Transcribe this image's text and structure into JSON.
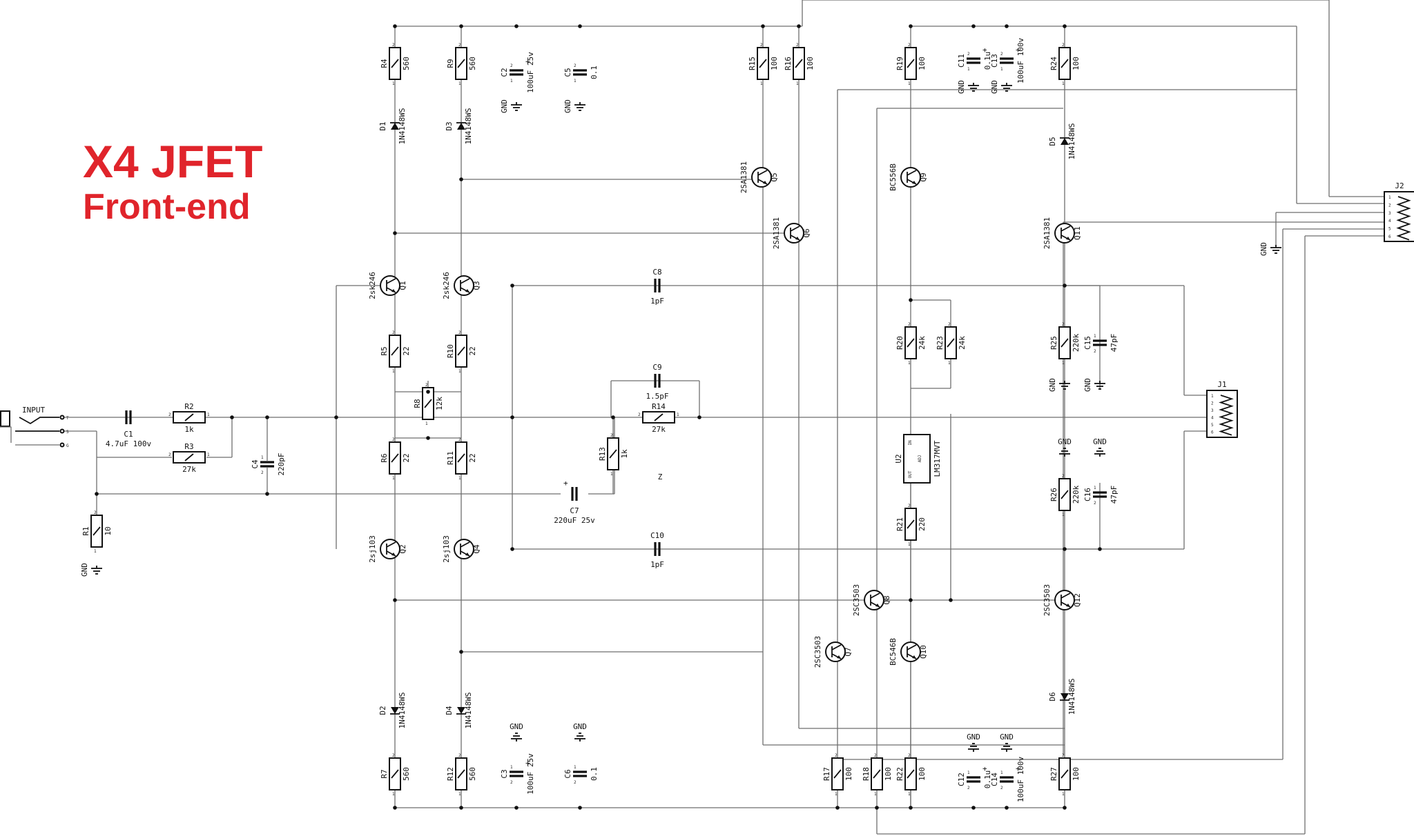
{
  "title": {
    "line1": "X4 JFET",
    "line2": "Front-end"
  },
  "colors": {
    "title": "#e0242b",
    "wire": "#6e6e6e",
    "symbol": "#111111"
  },
  "input": {
    "label": "INPUT",
    "pins": [
      "T",
      "S",
      "G"
    ]
  },
  "resistors": [
    {
      "ref": "R1",
      "value": "10"
    },
    {
      "ref": "R2",
      "value": "1k"
    },
    {
      "ref": "R3",
      "value": "27k"
    },
    {
      "ref": "R4",
      "value": "560"
    },
    {
      "ref": "R5",
      "value": "22"
    },
    {
      "ref": "R6",
      "value": "22"
    },
    {
      "ref": "R7",
      "value": "560"
    },
    {
      "ref": "R8",
      "value": "12k"
    },
    {
      "ref": "R9",
      "value": "560"
    },
    {
      "ref": "R10",
      "value": "22"
    },
    {
      "ref": "R11",
      "value": "22"
    },
    {
      "ref": "R12",
      "value": "560"
    },
    {
      "ref": "R13",
      "value": "1k"
    },
    {
      "ref": "R14",
      "value": "27k"
    },
    {
      "ref": "R15",
      "value": "100"
    },
    {
      "ref": "R16",
      "value": "100"
    },
    {
      "ref": "R17",
      "value": "100"
    },
    {
      "ref": "R18",
      "value": "100"
    },
    {
      "ref": "R19",
      "value": "100"
    },
    {
      "ref": "R20",
      "value": "24k"
    },
    {
      "ref": "R21",
      "value": "220"
    },
    {
      "ref": "R22",
      "value": "100"
    },
    {
      "ref": "R23",
      "value": "24k"
    },
    {
      "ref": "R24",
      "value": "100"
    },
    {
      "ref": "R25",
      "value": "220k"
    },
    {
      "ref": "R26",
      "value": "220k"
    },
    {
      "ref": "R27",
      "value": "100"
    }
  ],
  "capacitors": [
    {
      "ref": "C1",
      "value": "4.7uF 100v"
    },
    {
      "ref": "C2",
      "value": "100uF 25v"
    },
    {
      "ref": "C3",
      "value": "100uF 25v"
    },
    {
      "ref": "C4",
      "value": "220pF"
    },
    {
      "ref": "C5",
      "value": "0.1"
    },
    {
      "ref": "C6",
      "value": "0.1"
    },
    {
      "ref": "C7",
      "value": "220uF 25v"
    },
    {
      "ref": "C8",
      "value": "1pF"
    },
    {
      "ref": "C9",
      "value": "1.5pF"
    },
    {
      "ref": "C10",
      "value": "1pF"
    },
    {
      "ref": "C11",
      "value": "0.1u"
    },
    {
      "ref": "C12",
      "value": "0.1u"
    },
    {
      "ref": "C13",
      "value": "100uF 100v"
    },
    {
      "ref": "C14",
      "value": "100uF 100v"
    },
    {
      "ref": "C15",
      "value": "47pF"
    },
    {
      "ref": "C16",
      "value": "47pF"
    }
  ],
  "diodes": [
    {
      "ref": "D1",
      "part": "1N4148WS"
    },
    {
      "ref": "D2",
      "part": "1N4148WS"
    },
    {
      "ref": "D3",
      "part": "1N4148WS"
    },
    {
      "ref": "D4",
      "part": "1N4148WS"
    },
    {
      "ref": "D5",
      "part": "1N4148WS"
    },
    {
      "ref": "D6",
      "part": "1N4148WS"
    }
  ],
  "transistors": [
    {
      "ref": "Q1",
      "part": "2sk246"
    },
    {
      "ref": "Q2",
      "part": "2sj103"
    },
    {
      "ref": "Q3",
      "part": "2sk246"
    },
    {
      "ref": "Q4",
      "part": "2sj103"
    },
    {
      "ref": "Q5",
      "part": "2SA1381"
    },
    {
      "ref": "Q6",
      "part": "2SA1381"
    },
    {
      "ref": "Q7",
      "part": "2SC3503"
    },
    {
      "ref": "Q8",
      "part": "2SC3503"
    },
    {
      "ref": "Q9",
      "part": "BC556B"
    },
    {
      "ref": "Q10",
      "part": "BC546B"
    },
    {
      "ref": "Q11",
      "part": "2SA1381"
    },
    {
      "ref": "Q12",
      "part": "2SC3503"
    }
  ],
  "regulator": {
    "ref": "U2",
    "part": "LM317MVT",
    "pins": {
      "in": "IN",
      "out": "OUT",
      "adj": "ADJ"
    }
  },
  "connectors": [
    {
      "ref": "J1",
      "pins": [
        "1",
        "2",
        "3",
        "4",
        "5",
        "6"
      ]
    },
    {
      "ref": "J2",
      "pins": [
        "1",
        "2",
        "3",
        "4",
        "5",
        "6"
      ]
    }
  ],
  "ground_label": "GND",
  "marker": "Z"
}
